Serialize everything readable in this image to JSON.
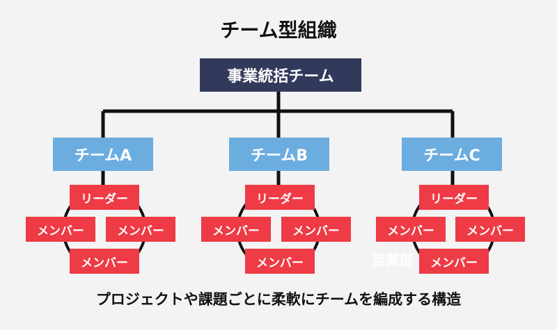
{
  "title": "チーム型組織",
  "root": {
    "label": "事業統括チーム"
  },
  "teams": [
    {
      "label": "チームA",
      "leader": "リーダー",
      "members": [
        "メンバー",
        "メンバー",
        "メンバー"
      ]
    },
    {
      "label": "チームB",
      "leader": "リーダー",
      "members": [
        "メンバー",
        "メンバー",
        "メンバー"
      ]
    },
    {
      "label": "チームC",
      "leader": "リーダー",
      "members": [
        "メンバー",
        "メンバー",
        "メンバー"
      ]
    }
  ],
  "caption": "プロジェクトや課題ごとに柔軟にチームを編成する構造",
  "watermark": "営業部",
  "colors": {
    "root": "#323a5c",
    "team": "#6cade0",
    "role": "#ee3b45",
    "line": "#111111",
    "background": "#f3f3f3"
  }
}
